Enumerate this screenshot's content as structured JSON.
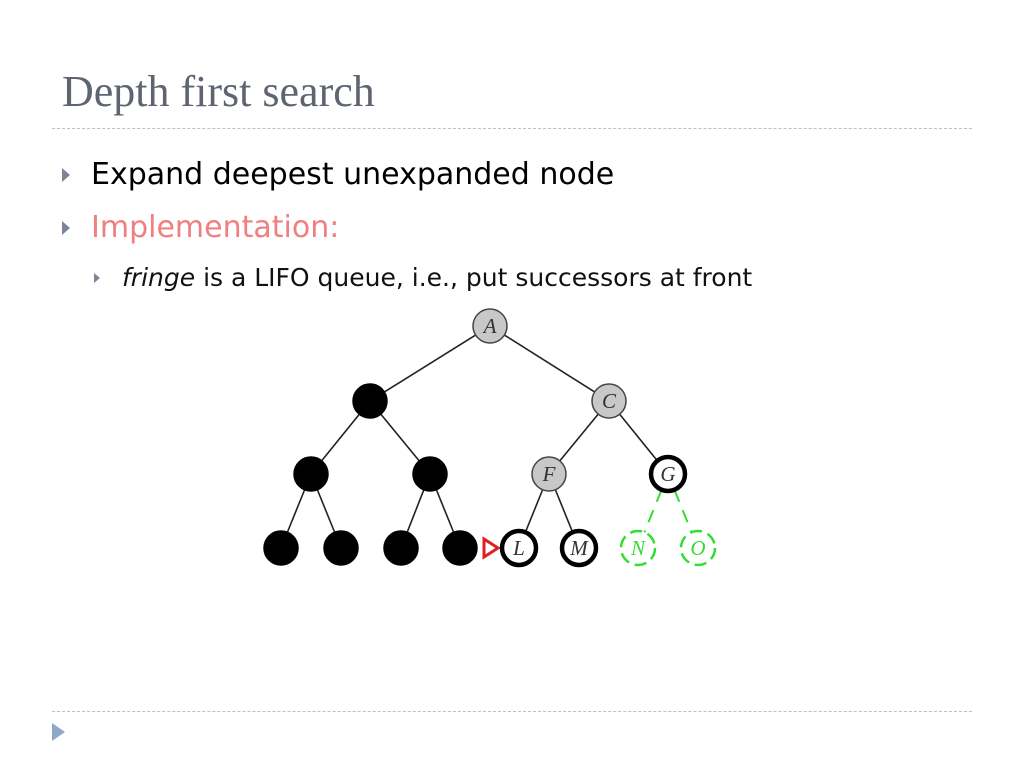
{
  "slide": {
    "title": "Depth first search",
    "bullets": [
      {
        "text": "Expand deepest unexpanded node"
      },
      {
        "text": "Implementation:"
      },
      {
        "italic": "fringe",
        "rest": " is a LIFO queue, i.e., put successors at front"
      }
    ]
  },
  "tree": {
    "colors": {
      "expanded": "#000000",
      "frontier_fill": "#c8c8c8",
      "unexpanded": "#ffffff",
      "generated": "#33dd33",
      "pointer": "#e02020"
    },
    "nodes": [
      {
        "id": "A",
        "label": "A",
        "state": "frontier"
      },
      {
        "id": "B",
        "label": "",
        "state": "expanded"
      },
      {
        "id": "C",
        "label": "C",
        "state": "frontier"
      },
      {
        "id": "D",
        "label": "",
        "state": "expanded"
      },
      {
        "id": "E",
        "label": "",
        "state": "expanded"
      },
      {
        "id": "F",
        "label": "F",
        "state": "frontier"
      },
      {
        "id": "G",
        "label": "G",
        "state": "current"
      },
      {
        "id": "H",
        "label": "",
        "state": "expanded"
      },
      {
        "id": "I",
        "label": "",
        "state": "expanded"
      },
      {
        "id": "J",
        "label": "",
        "state": "expanded"
      },
      {
        "id": "K",
        "label": "",
        "state": "expanded"
      },
      {
        "id": "L",
        "label": "L",
        "state": "fringe"
      },
      {
        "id": "M",
        "label": "M",
        "state": "fringe"
      },
      {
        "id": "N",
        "label": "N",
        "state": "new"
      },
      {
        "id": "O",
        "label": "O",
        "state": "new"
      }
    ],
    "edges": [
      [
        "A",
        "B"
      ],
      [
        "A",
        "C"
      ],
      [
        "B",
        "D"
      ],
      [
        "B",
        "E"
      ],
      [
        "C",
        "F"
      ],
      [
        "C",
        "G"
      ],
      [
        "D",
        "H"
      ],
      [
        "D",
        "I"
      ],
      [
        "E",
        "J"
      ],
      [
        "E",
        "K"
      ],
      [
        "F",
        "L"
      ],
      [
        "F",
        "M"
      ],
      [
        "G",
        "N"
      ],
      [
        "G",
        "O"
      ]
    ],
    "pointer_at": "L"
  }
}
